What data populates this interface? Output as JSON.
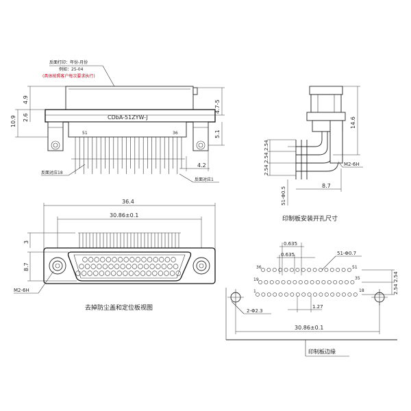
{
  "notes": {
    "back_print": "反面打印：年份-月份",
    "example": "例如：25-04",
    "customer_note": "(具体按照客户每次要求执行)",
    "back_pin18": "反面对应18",
    "back_pin1": "反面对应1"
  },
  "part_number": "CDbA-51ZYW-J",
  "front_view": {
    "pin_51": "51",
    "pin_36": "36",
    "dim_10_9": "10.9",
    "dim_4_9": "4.9",
    "dim_2_6": "2.6",
    "dim_4_7_5": "4.7-5",
    "dim_5_1": "5.1",
    "dim_4_2": "4.2"
  },
  "side_view": {
    "dim_14_6": "14.6",
    "dim_2_54_a": "2.54",
    "dim_2_54_b": "2.54",
    "dim_2_54_c": "2.54",
    "thread": "M2-6H",
    "dim_8_7": "8.7",
    "pin_dia": "51-Φ0.5"
  },
  "bottom_view": {
    "dim_36_4": "36.4",
    "dim_30_86": "30.86±0.1",
    "dim_3": "3",
    "dim_8_7": "8.7",
    "thread": "M2-6H",
    "caption": "去掉防尘盖和定位板视图"
  },
  "pcb_layout": {
    "title": "印制板安装开孔尺寸",
    "dim_0_635_a": "0.635",
    "dim_0_635_b": "0.635",
    "holes": "51-Φ0.7",
    "pin_36": "36",
    "pin_51": "51",
    "pin_19": "19",
    "pin_35": "35",
    "pin_1": "1",
    "pin_18": "18",
    "dim_2_54_a": "2.54",
    "dim_2_54_b": "2.54",
    "dim_1_27": "1.27",
    "mount_holes": "2-Φ2.3",
    "dim_30_86": "30.86±0.1",
    "edge_label": "印制板边缘"
  }
}
